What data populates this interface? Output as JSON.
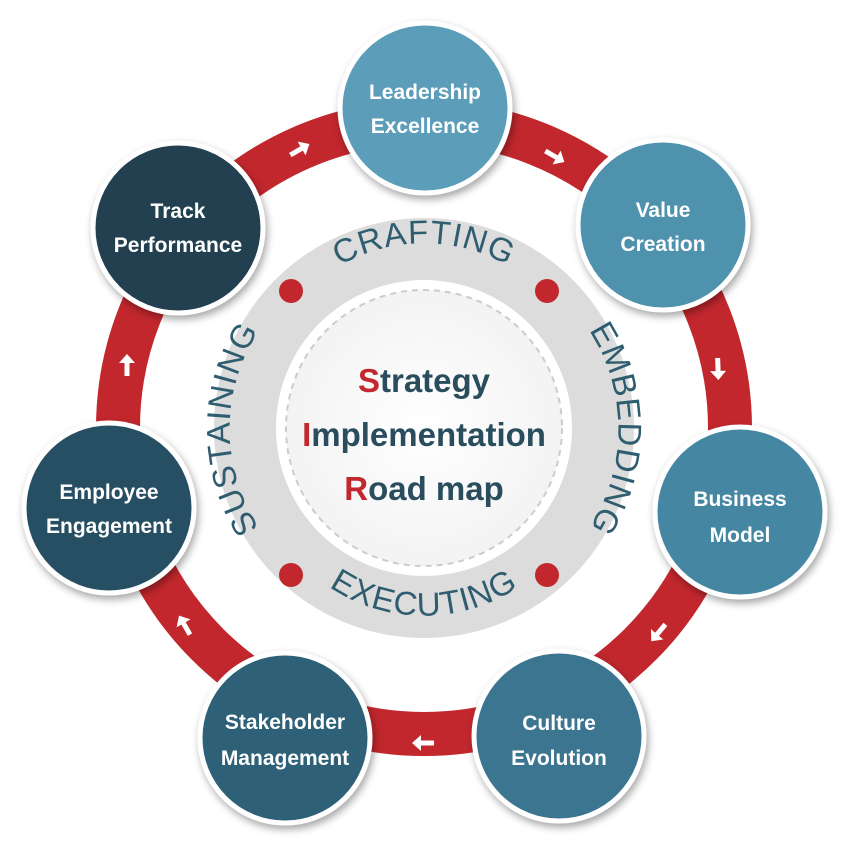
{
  "colors": {
    "ring": "#c1272d",
    "inner_ring": "#dcdcdc",
    "center_text": "#2a4d5e",
    "center_initial": "#c1272d",
    "phase_text": "#2f5d70",
    "dot": "#c1272d",
    "arrow": "#ffffff"
  },
  "center": {
    "lines": [
      {
        "initial": "S",
        "rest": "trategy"
      },
      {
        "initial": "I",
        "rest": "mplementation"
      },
      {
        "initial": "R",
        "rest": "oad map"
      }
    ]
  },
  "phases": {
    "crafting": "CRAFTING",
    "embedding": "EMBEDDING",
    "executing": "EXECUTING",
    "sustaining": "SUSTAINING"
  },
  "nodes": [
    {
      "id": "leadership-excellence",
      "line1": "Leadership",
      "line2": "Excellence",
      "color": "#5b9db9"
    },
    {
      "id": "value-creation",
      "line1": "Value",
      "line2": "Creation",
      "color": "#4f92ae"
    },
    {
      "id": "business-model",
      "line1": "Business",
      "line2": "Model",
      "color": "#4587a2"
    },
    {
      "id": "culture-evolution",
      "line1": "Culture",
      "line2": "Evolution",
      "color": "#3a7590"
    },
    {
      "id": "stakeholder-management",
      "line1": "Stakeholder",
      "line2": "Management",
      "color": "#2e6077"
    },
    {
      "id": "employee-engagement",
      "line1": "Employee",
      "line2": "Engagement",
      "color": "#284f63"
    },
    {
      "id": "track-performance",
      "line1": "Track",
      "line2": "Performance",
      "color": "#223f4f"
    }
  ],
  "arrows": [
    "arrow-right-icon",
    "arrow-down-icon",
    "arrow-down-icon",
    "arrow-left-icon",
    "arrow-up-icon",
    "arrow-up-icon",
    "arrow-right-icon"
  ]
}
